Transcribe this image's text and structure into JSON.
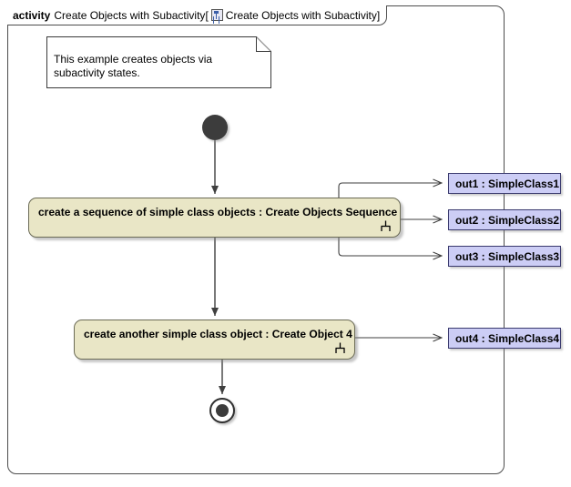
{
  "frame": {
    "keyword": "activity",
    "title": "Create Objects with Subactivity",
    "bracket_open": "[",
    "bracket_close": "]",
    "tab_icon": "activity-diagram-icon",
    "tab_title": "Create Objects with Subactivity"
  },
  "note": {
    "name": "comment-note",
    "text": "This example creates objects via subactivity states."
  },
  "nodes": {
    "initial": {
      "name": "initial-node",
      "label": ""
    },
    "final": {
      "name": "activity-final-node",
      "label": ""
    },
    "actions": [
      {
        "id": "action-1",
        "label": "create a sequence of simple class objects : Create Objects Sequence",
        "icon": "subactivity-rake-icon"
      },
      {
        "id": "action-2",
        "label": "create another simple class object : Create Object 4",
        "icon": "subactivity-rake-icon"
      }
    ],
    "objects": [
      {
        "id": "obj-1",
        "label": "out1 : SimpleClass1"
      },
      {
        "id": "obj-2",
        "label": "out2 : SimpleClass2"
      },
      {
        "id": "obj-3",
        "label": "out3 : SimpleClass3"
      },
      {
        "id": "obj-4",
        "label": "out4 : SimpleClass4"
      }
    ]
  },
  "colors": {
    "action_fill": "#e9e6c6",
    "action_border": "#6b6b56",
    "object_fill": "#cccdf5",
    "object_border": "#3a3a6e",
    "node_fill": "#3c3c3c",
    "frame_border": "#4d4d4d",
    "edge": "#3f3f3f",
    "background": "#ffffff"
  }
}
